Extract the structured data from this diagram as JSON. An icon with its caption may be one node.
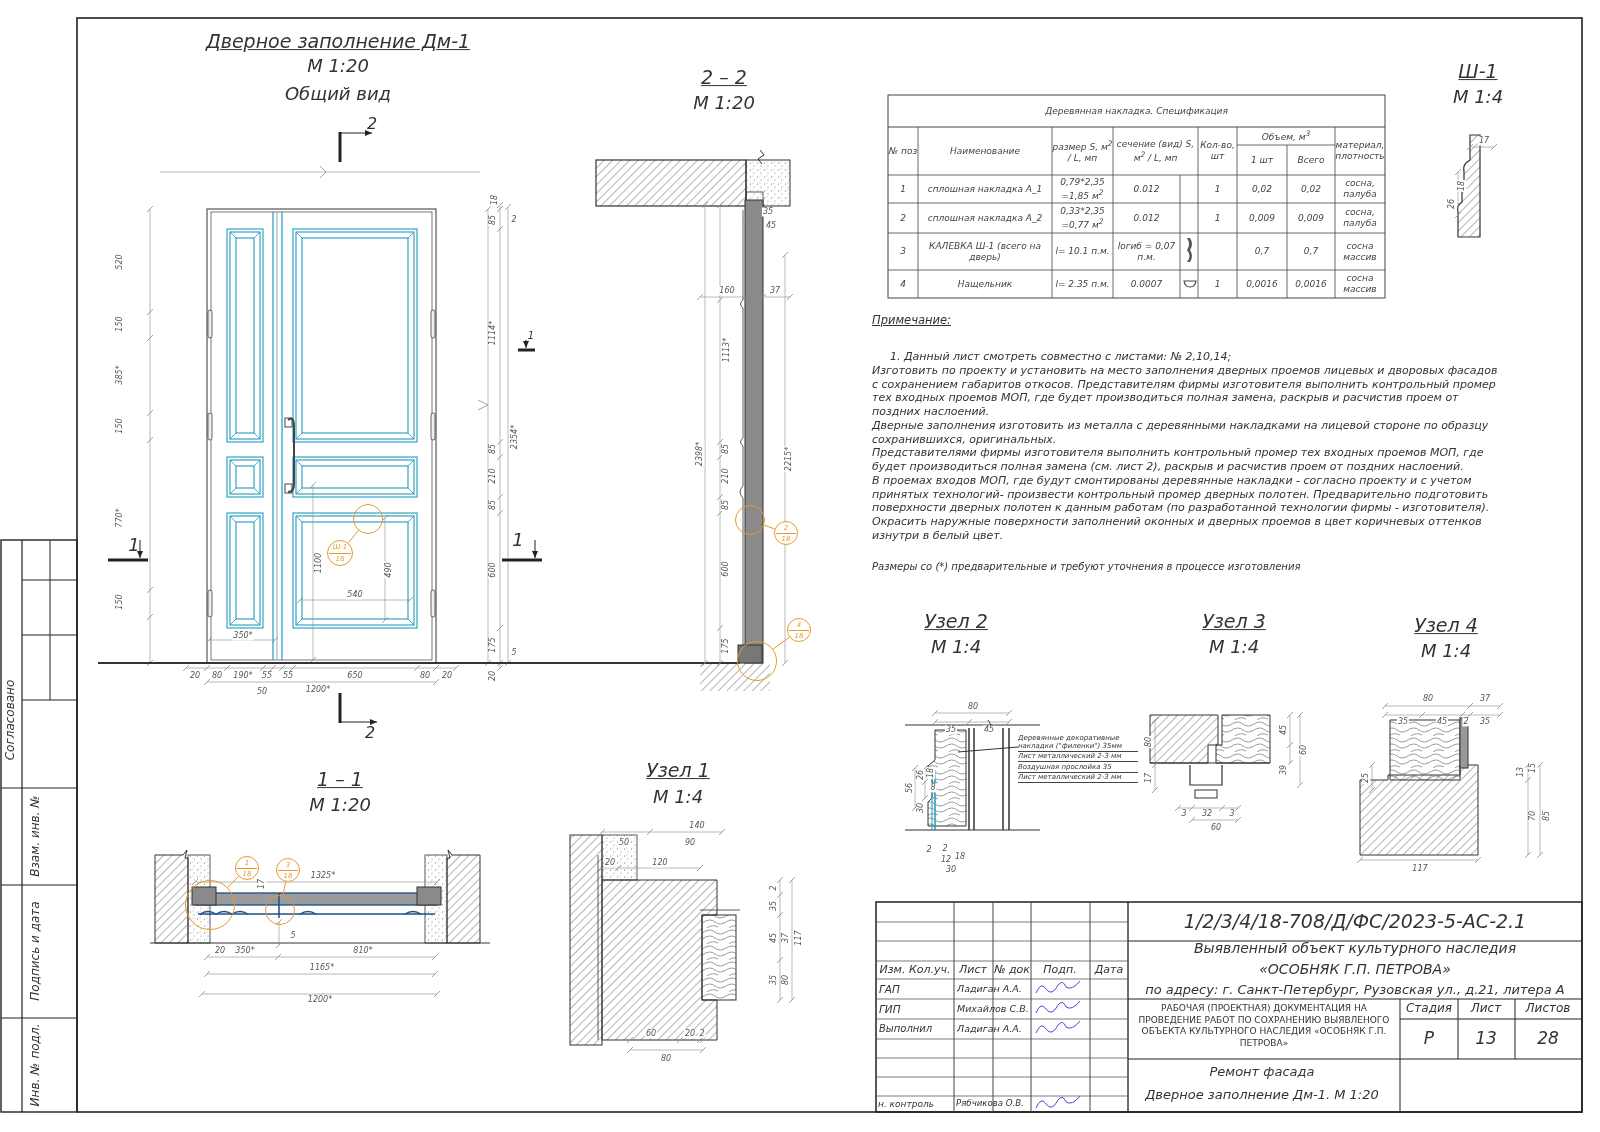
{
  "diagram": {
    "nodes": [
      {
        "text": [
          "Ш-1",
          "18"
        ]
      },
      {
        "text": [],
        "shape": "circle"
      },
      {
        "text": [
          "2",
          "18"
        ]
      },
      {
        "text": [],
        "shape": "circle"
      },
      {
        "text": [
          "4",
          "18"
        ]
      },
      {
        "text": [],
        "shape": "circle"
      },
      {
        "text": [
          "1",
          "18"
        ]
      },
      {
        "text": [],
        "shape": "circle"
      },
      {
        "text": [
          "3",
          "18"
        ]
      },
      {
        "text": [],
        "shape": "circle"
      },
      {
        "text": [
          "Деревянные декоративные накладки (\"филенки\") 35мм",
          "Лист металлический 2-3 мм",
          "Воздушная прослойка 35",
          "Лист металлический 2-3 мм"
        ]
      }
    ],
    "edges": [
      {
        "from": 0,
        "to": 1,
        "arrow": "none"
      },
      {
        "from": 2,
        "to": 3,
        "arrow": "none"
      },
      {
        "from": 4,
        "to": 5,
        "arrow": "none"
      },
      {
        "from": 6,
        "to": 7,
        "arrow": "none"
      },
      {
        "from": 8,
        "to": 9,
        "arrow": "none"
      },
      {
        "from": 10,
        "to": null,
        "arrow": "none",
        "color": "#333333"
      }
    ],
    "labels": [
      "Дверное заполнение Дм-1",
      "М 1:20",
      "Общий вид",
      "2 – 2",
      "М 1:20",
      "Ш-1",
      "М 1:4",
      "2",
      "1",
      "1",
      "2",
      "1",
      "Деревянная накладка. Спецификация",
      "№ поз",
      "Наименование",
      "размер S, м$^{2}$ / L, мп",
      "сечение (вид) S, м$^{2}$ / L, мп",
      "Кол-во, шт",
      "Объем, м$^{3}$",
      "материал, плотность",
      "1 шт",
      "Всего",
      "1",
      "сплошная накладка А_1",
      "0,79*2,35 =1,85 м$^{2}$",
      "0.012",
      "1",
      "0,02",
      "0,02",
      "сосна, палуба",
      "2",
      "сплошная накладка А_2",
      "0,33*2,35 =0,77 м$^{2}$",
      "0.012",
      "1",
      "0,009",
      "0,009",
      "сосна, палуба",
      "3",
      "КАЛЕВКА Ш-1 (всего на дверь)",
      "l= 10.1 п.м.",
      "lогиб = 0,07 п.м.",
      "0,7",
      "0,7",
      "сосна массив",
      "4",
      "Нащельник",
      "l= 2.35 п.м.",
      "0.0007",
      "1",
      "0,0016",
      "0,0016",
      "сосна массив",
      "Примечание:",
      "1. Данный лист смотреть совместно с листами: № 2,10,14;",
      "Изготовить по проекту и установить на место заполнения дверных проемов лицевых и дворовых фасадов с сохранением габаритов откосов. Представителям фирмы изготовителя выполнить контрольный промер тех входных проемов МОП, где будет производиться полная замена, раскрыв и расчистив проем от поздних наслоений.",
      "Дверные заполнения изготовить из металла с деревянными накладками на лицевой стороне по образцу сохранившихся, оригинальных.",
      "Представителями фирмы изготовителя выполнить контрольный промер тех входных проемов МОП, где будет производиться полная замена (см. лист 2), раскрыв и расчистив проем от поздних наслоений.",
      "В проемах входов МОП, где будут смонтированы деревянные накладки - согласно проекту и с учетом принятых технологий- произвести контрольный промер дверных полотен. Предварительно подготовить поверхности дверных полотен к данным работам (по разработанной технологии фирмы - изготовителя).",
      "Окрасить наружные поверхности заполнений оконных и дверных проемов в цвет коричневых оттенков изнутри в белый цвет.",
      "Размеры со (*) предварительные и требуют уточнения в процессе изготовления",
      "Узел 2",
      "М 1:4",
      "Узел 3",
      "М 1:4",
      "Узел 4",
      "М 1:4",
      "1 – 1",
      "М 1:20",
      "Узел 1",
      "М 1:4",
      "1/2/3/4/18-708/Д/ФС/2023-5-АС-2.1",
      "Выявленный объект культурного наследия",
      "«ОСОБНЯК Г.П. ПЕТРОВА»",
      "по адресу: г. Санкт-Петербург, Рузовская ул., д.21, литера А",
      "Изм. Кол.уч.",
      "Лист",
      "№ док",
      "Подп.",
      "Дата",
      "ГАП",
      "Ладиган А.А.",
      "ГИП",
      "Михайлов С.В.",
      "Выполнил",
      "Ладиган А.А.",
      "н. контроль",
      "Рябчикова О.В.",
      "РАБОЧАЯ (ПРОЕКТНАЯ) ДОКУМЕНТАЦИЯ НА ПРОВЕДЕНИЕ РАБОТ ПО СОХРАНЕНИЮ ВЫЯВЛЕНОГО ОБЪЕКТА КУЛЬТУРНОГО НАСЛЕДИЯ «ОСОБНЯК Г.П. ПЕТРОВА»",
      "Стадия",
      "Лист",
      "Листов",
      "Р",
      "13",
      "28",
      "Ремонт фасада",
      "Дверное заполнение Дм-1. М 1:20",
      "Согласовано",
      "Взам. инв. №",
      "Подпись и дата",
      "Инв. № подл.",
      "520",
      "150",
      "385*",
      "150",
      "770*",
      "150",
      "18",
      "2",
      "85",
      "1114*",
      "85",
      "210",
      "85",
      "600",
      "175",
      "5",
      "20",
      "2354*",
      "1100",
      "490",
      "540",
      "350*",
      "20",
      "80",
      "190*",
      "55",
      "55",
      "650",
      "80",
      "20",
      "50",
      "1200*",
      "35",
      "45",
      "160",
      "37",
      "1113*",
      "2398*",
      "2215*",
      "85",
      "210",
      "85",
      "600",
      "175",
      "1325*",
      "17",
      "5",
      "20",
      "350*",
      "810*",
      "1165*",
      "1200*",
      "140",
      "50",
      "90",
      "20",
      "120",
      "2",
      "35",
      "45",
      "37",
      "117",
      "35",
      "80",
      "60",
      "20",
      "2",
      "80",
      "80",
      "35",
      "45",
      "56",
      "26",
      "18",
      "8",
      "30",
      "2",
      "2",
      "12",
      "18",
      "30",
      "80",
      "17",
      "45",
      "60",
      "39",
      "3",
      "32",
      "3",
      "60",
      "80",
      "37",
      "35",
      "45",
      "2",
      "35",
      "13",
      "15",
      "70",
      "85",
      "25",
      "117",
      "17",
      "26",
      "18"
    ]
  }
}
